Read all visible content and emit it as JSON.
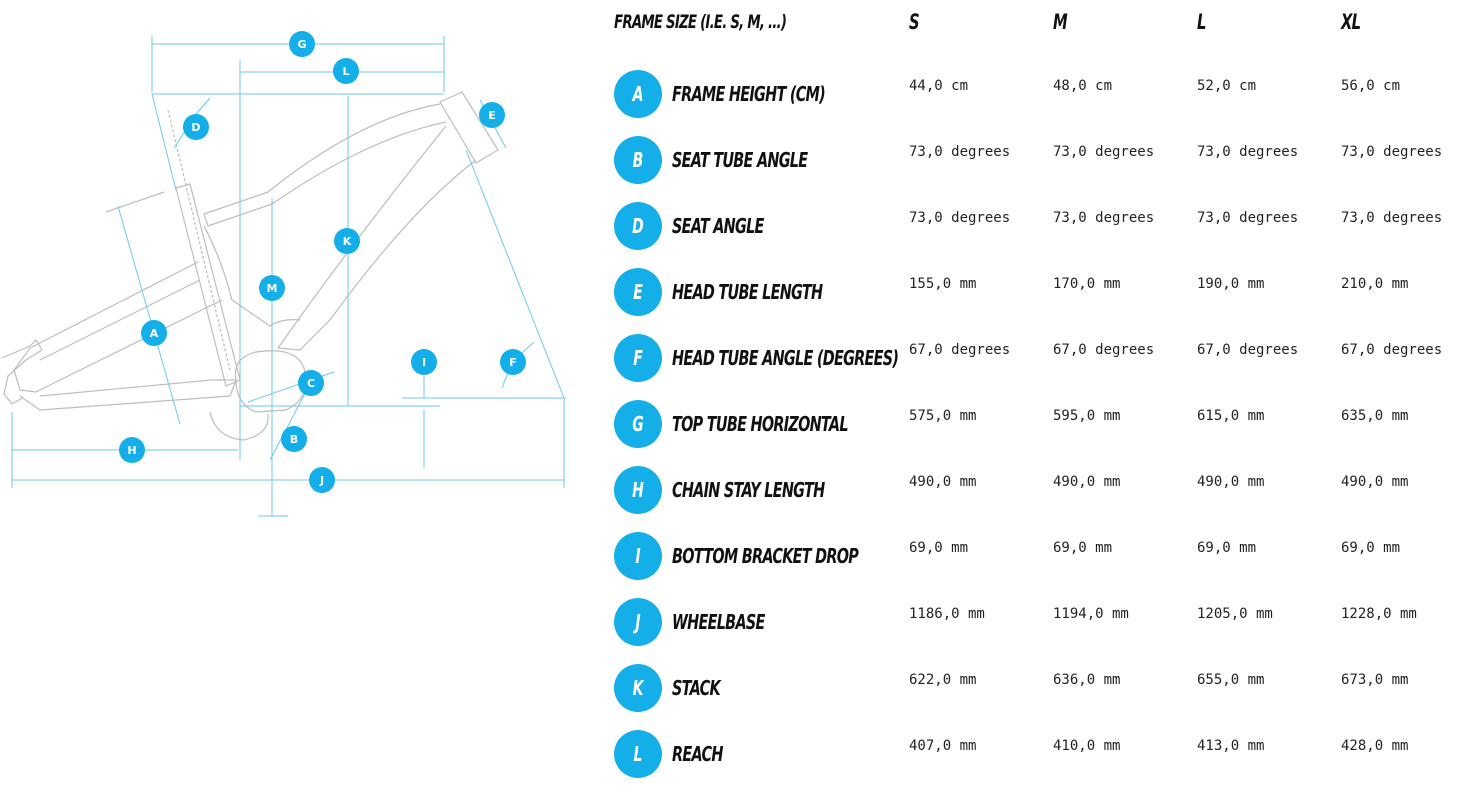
{
  "diagram": {
    "badges": [
      "A",
      "B",
      "C",
      "D",
      "E",
      "F",
      "G",
      "H",
      "I",
      "J",
      "K",
      "L",
      "M"
    ]
  },
  "table": {
    "header": {
      "label": "FRAME SIZE (I.E. S, M, ...)",
      "sizes": [
        "S",
        "M",
        "L",
        "XL"
      ]
    },
    "rows": [
      {
        "letter": "A",
        "label": "FRAME HEIGHT (CM)",
        "values": [
          "44,0 cm",
          "48,0 cm",
          "52,0 cm",
          "56,0 cm"
        ]
      },
      {
        "letter": "B",
        "label": "SEAT TUBE ANGLE",
        "values": [
          "73,0 degrees",
          "73,0 degrees",
          "73,0 degrees",
          "73,0 degrees"
        ]
      },
      {
        "letter": "D",
        "label": "SEAT ANGLE",
        "values": [
          "73,0 degrees",
          "73,0 degrees",
          "73,0 degrees",
          "73,0 degrees"
        ]
      },
      {
        "letter": "E",
        "label": "HEAD TUBE LENGTH",
        "values": [
          "155,0 mm",
          "170,0 mm",
          "190,0 mm",
          "210,0 mm"
        ]
      },
      {
        "letter": "F",
        "label": "HEAD TUBE ANGLE (DEGREES)",
        "values": [
          "67,0 degrees",
          "67,0 degrees",
          "67,0 degrees",
          "67,0 degrees"
        ]
      },
      {
        "letter": "G",
        "label": "TOP TUBE HORIZONTAL",
        "values": [
          "575,0 mm",
          "595,0 mm",
          "615,0 mm",
          "635,0 mm"
        ]
      },
      {
        "letter": "H",
        "label": "CHAIN STAY LENGTH",
        "values": [
          "490,0 mm",
          "490,0 mm",
          "490,0 mm",
          "490,0 mm"
        ]
      },
      {
        "letter": "I",
        "label": "BOTTOM BRACKET DROP",
        "values": [
          "69,0 mm",
          "69,0 mm",
          "69,0 mm",
          "69,0 mm"
        ]
      },
      {
        "letter": "J",
        "label": "WHEELBASE",
        "values": [
          "1186,0 mm",
          "1194,0 mm",
          "1205,0 mm",
          "1228,0 mm"
        ]
      },
      {
        "letter": "K",
        "label": "STACK",
        "values": [
          "622,0 mm",
          "636,0 mm",
          "655,0 mm",
          "673,0 mm"
        ]
      },
      {
        "letter": "L",
        "label": "REACH",
        "values": [
          "407,0 mm",
          "410,0 mm",
          "413,0 mm",
          "428,0 mm"
        ]
      }
    ]
  },
  "colors": {
    "accent": "#14aee8",
    "frame_line": "#b8b8b8",
    "dimension_line": "#5fc6ea"
  }
}
